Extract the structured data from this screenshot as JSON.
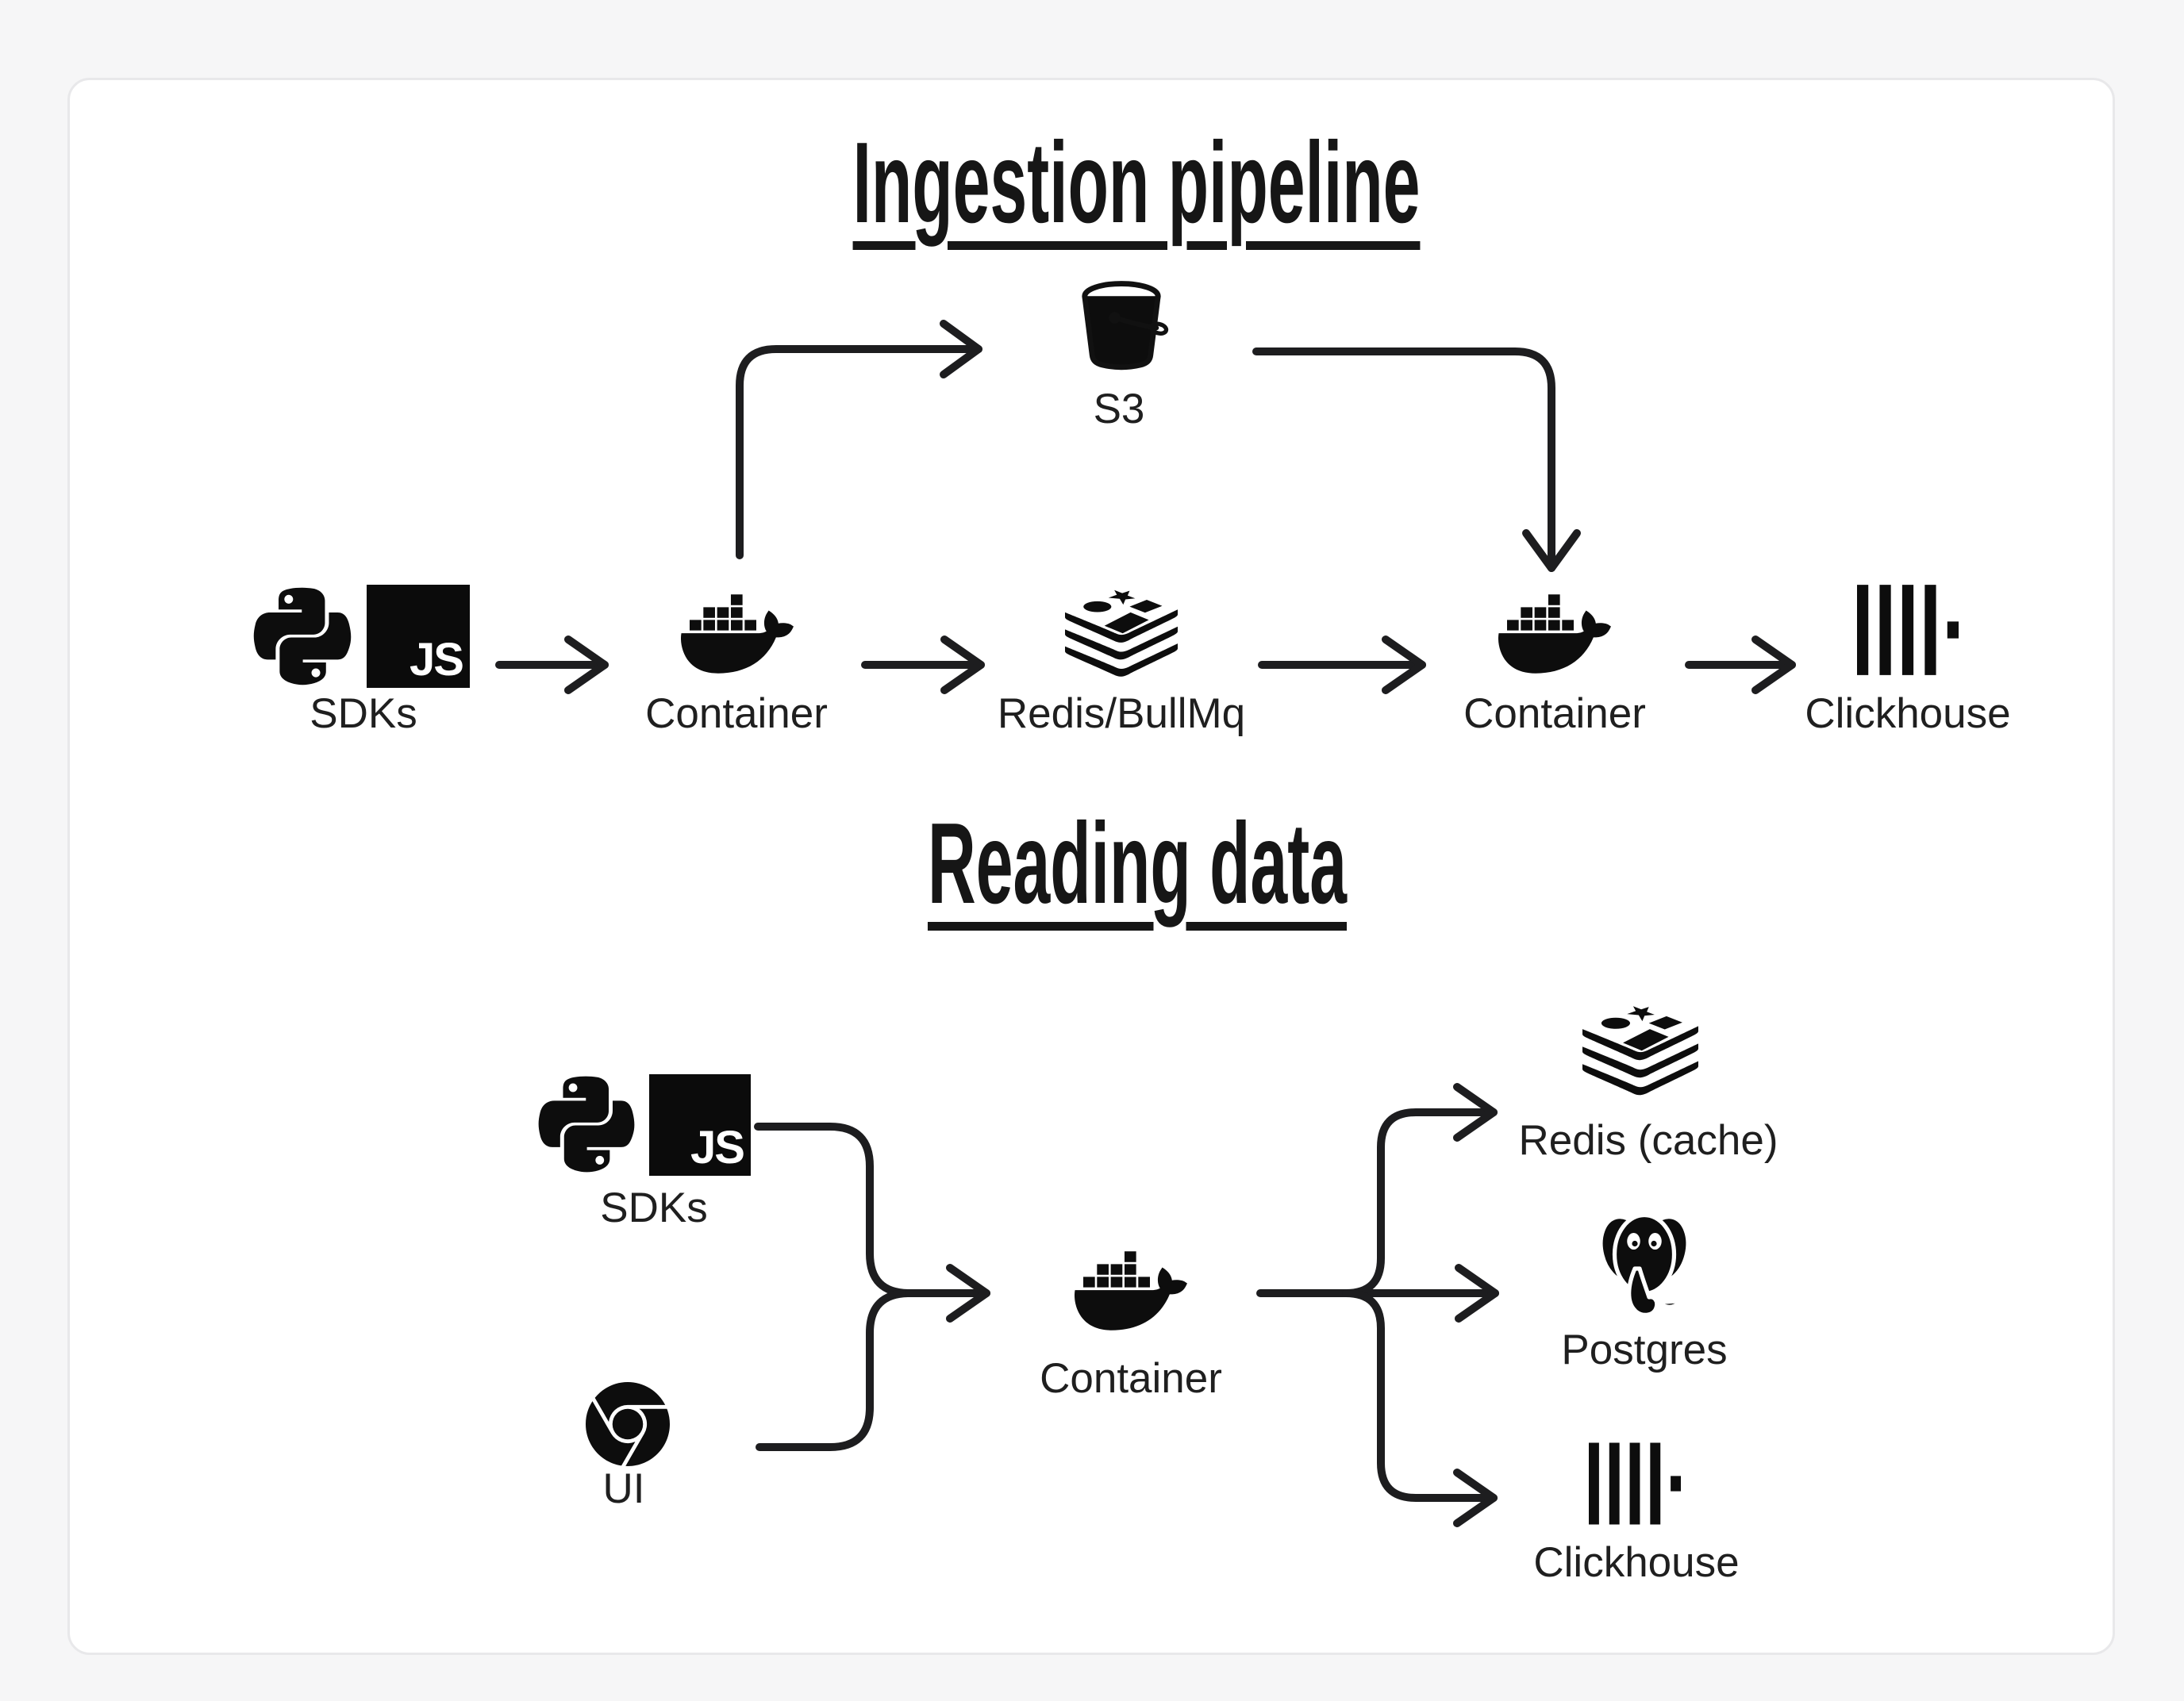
{
  "colors": {
    "page_background": "#f6f6f7",
    "card_background": "#ffffff",
    "card_border": "#e8e8ea",
    "line_color": "#1d1d1f",
    "icon_color": "#0d0d0d",
    "text_color": "#1f1f1f"
  },
  "ingestion": {
    "title": "Ingestion pipeline",
    "s3_label": "S3",
    "sdks_label": "SDKs",
    "container_in_label": "Container",
    "queue_label": "Redis/BullMq",
    "container_out_label": "Container",
    "clickhouse_label": "Clickhouse"
  },
  "reading": {
    "title": "Reading data",
    "sdks_label": "SDKs",
    "ui_label": "UI",
    "container_label": "Container",
    "cache_label": "Redis (cache)",
    "postgres_label": "Postgres",
    "clickhouse_label": "Clickhouse"
  },
  "badges": {
    "js": "JS"
  }
}
